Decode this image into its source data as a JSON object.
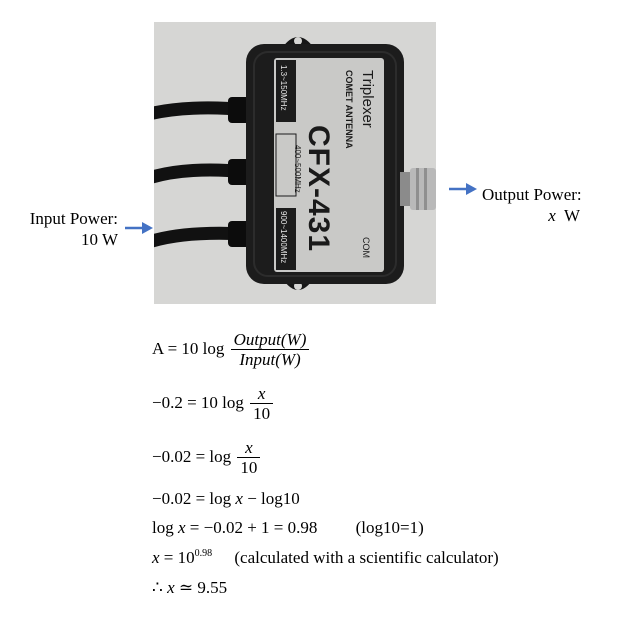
{
  "device": {
    "brand": "Triplexer",
    "maker": "COMET ANTENNA",
    "model": "CFX-431",
    "port_hf": "1.3~150MHz",
    "port_uhf": "400~500MHz",
    "port_shf": "900~1400MHz",
    "common_port": "COM"
  },
  "labels": {
    "input_line1": "Input Power:",
    "input_line2": "10 W",
    "output_line1": "Output Power:",
    "output_var": "x",
    "output_unit": "W"
  },
  "equations": {
    "eq1": {
      "lhs": "A = 10 log",
      "num": "Output(W)",
      "den": "Input(W)"
    },
    "eq2": {
      "lhs": "−0.2 = 10 log",
      "num": "x",
      "den": "10"
    },
    "eq3": {
      "lhs": "−0.02 = log",
      "num": "x",
      "den": "10"
    },
    "eq4": {
      "pre": "−0.02 = log",
      "var": "x",
      "post": " − log10"
    },
    "eq5": {
      "pre": "log",
      "var": "x",
      "post": " = −0.02 + 1 = 0.98",
      "note": "(log10=1)"
    },
    "eq6": {
      "var": "x",
      "mid": " = 10",
      "exp": "0.98",
      "note": "(calculated with a scientific calculator)"
    },
    "eq7": {
      "pre": "∴ ",
      "var": "x",
      "post": " ≃ 9.55"
    }
  },
  "colors": {
    "arrow": "#4472c4",
    "photo_bg": "#d6d6d4",
    "device_body": "#1c1c1c",
    "label_plate": "#c9c9c7"
  }
}
